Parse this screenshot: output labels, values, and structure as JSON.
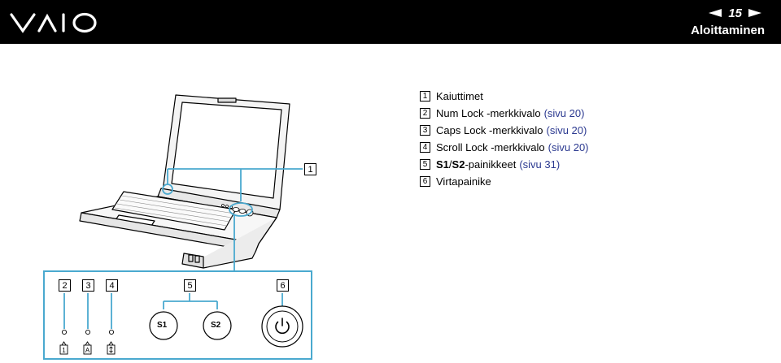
{
  "header": {
    "page_number": "15",
    "section_title": "Aloittaminen"
  },
  "legend": {
    "items": [
      {
        "num": "1",
        "text": "Kaiuttimet",
        "ref": ""
      },
      {
        "num": "2",
        "text": "Num Lock -merkkivalo",
        "ref": "(sivu 20)"
      },
      {
        "num": "3",
        "text": "Caps Lock -merkkivalo",
        "ref": "(sivu 20)"
      },
      {
        "num": "4",
        "text": "Scroll Lock -merkkivalo",
        "ref": "(sivu 20)"
      },
      {
        "num": "5",
        "s1": "S1",
        "sep": "/",
        "s2": "S2",
        "text": "-painikkeet",
        "ref": "(sivu 31)"
      },
      {
        "num": "6",
        "text": "Virtapainike",
        "ref": ""
      }
    ]
  },
  "callouts": {
    "c1": "1",
    "c2": "2",
    "c3": "3",
    "c4": "4",
    "c5": "5",
    "c6": "6"
  },
  "buttons": {
    "s1": "S1",
    "s2": "S2"
  },
  "colors": {
    "accent": "#4aa9cf",
    "ref_link": "#2b3990"
  }
}
